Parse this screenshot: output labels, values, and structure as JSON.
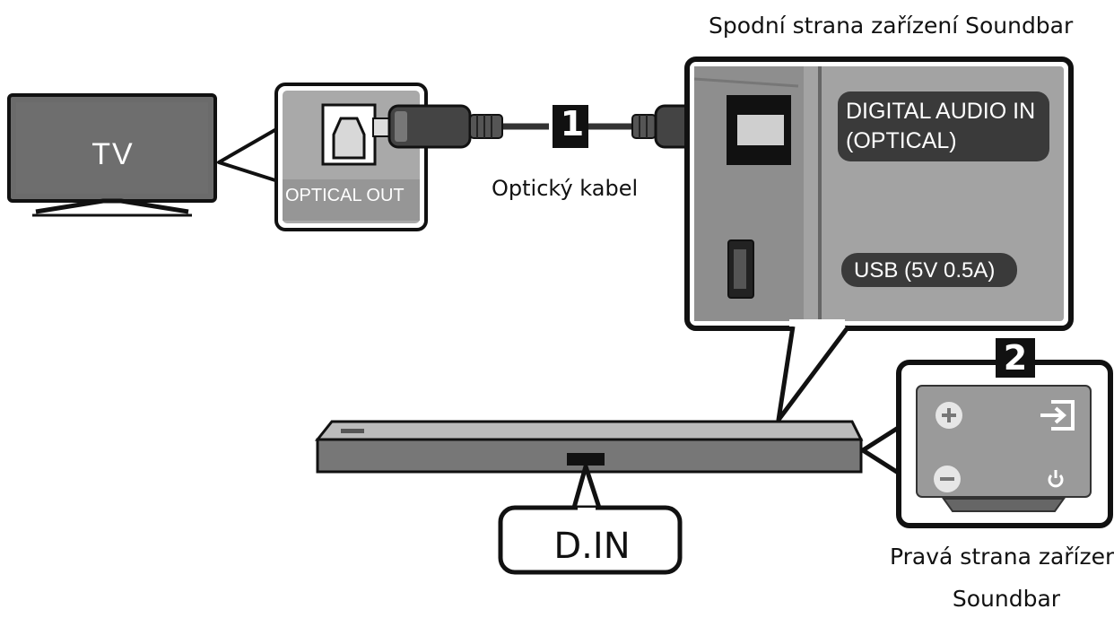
{
  "labels": {
    "bottom_caption": "Spodní strana zařízení Soundbar",
    "tv": "TV",
    "optical_out": "OPTICAL OUT",
    "cable": "Optický kabel",
    "digital_audio_in_line1": "DIGITAL AUDIO IN",
    "digital_audio_in_line2": "(OPTICAL)",
    "usb": "USB (5V 0.5A)",
    "step1": "1",
    "step2": "2",
    "d_in": "D.IN",
    "right_side_line1": "Pravá strana zařízení",
    "right_side_line2": "Soundbar"
  },
  "icons": [
    "optical-port-icon",
    "plus-icon",
    "minus-icon",
    "input-source-icon",
    "power-icon",
    "usb-port-icon"
  ],
  "colors": {
    "outline": "#111111",
    "tv_screen": "#6b6b6b",
    "panel_gray": "#a9a9a9",
    "label_pill": "#3a3a3a",
    "soundbar": "#777777"
  }
}
